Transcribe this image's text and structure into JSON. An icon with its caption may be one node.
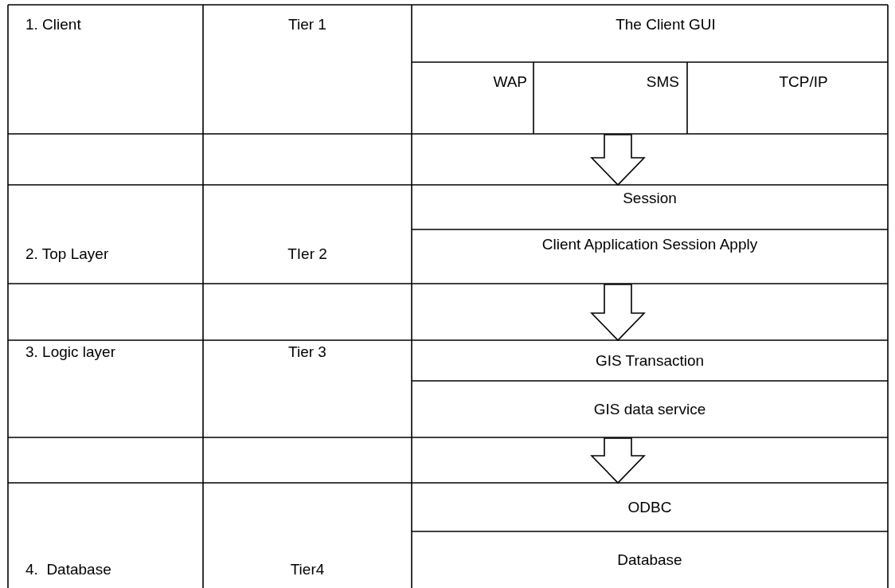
{
  "diagram": {
    "nodes": [
      {
        "text": [
          "1. Client"
        ]
      },
      {
        "text": [
          "Tier 1"
        ]
      },
      {
        "text": [
          "The Client GUI"
        ]
      },
      {
        "text": [
          "WAP"
        ]
      },
      {
        "text": [
          "SMS"
        ]
      },
      {
        "text": [
          "TCP/IP"
        ]
      },
      {
        "text": [
          "Session"
        ]
      },
      {
        "text": [
          "2. Top Layer"
        ]
      },
      {
        "text": [
          "TIer 2"
        ]
      },
      {
        "text": [
          "Client Application Session Apply"
        ]
      },
      {
        "text": [
          "3. Logic layer"
        ]
      },
      {
        "text": [
          "Tier 3"
        ]
      },
      {
        "text": [
          "GIS Transaction"
        ]
      },
      {
        "text": [
          "GIS data service"
        ]
      },
      {
        "text": [
          "ODBC"
        ]
      },
      {
        "text": [
          "4.  Database"
        ]
      },
      {
        "text": [
          "Tier4"
        ]
      },
      {
        "text": [
          "Database"
        ]
      }
    ],
    "edges": [
      {
        "from": 4,
        "to": 6,
        "arrow": "to"
      },
      {
        "from": 9,
        "to": 12,
        "arrow": "to"
      },
      {
        "from": 13,
        "to": 14,
        "arrow": "to"
      }
    ]
  }
}
